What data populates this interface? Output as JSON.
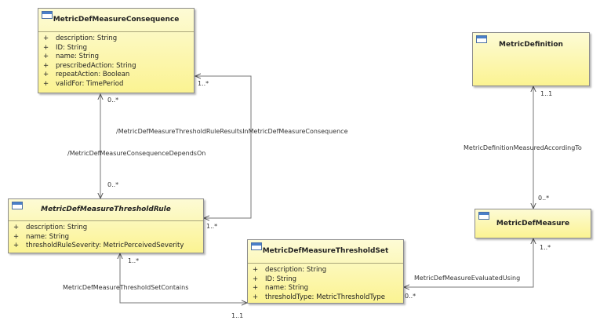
{
  "classes": {
    "consequence": {
      "name": "MetricDefMeasureConsequence",
      "attributes": [
        {
          "vis": "+",
          "text": "description: String"
        },
        {
          "vis": "+",
          "text": "ID: String"
        },
        {
          "vis": "+",
          "text": "name: String"
        },
        {
          "vis": "+",
          "text": "prescribedAction: String"
        },
        {
          "vis": "+",
          "text": "repeatAction: Boolean"
        },
        {
          "vis": "+",
          "text": "validFor: TimePeriod"
        }
      ]
    },
    "threshold_rule": {
      "name": "MetricDefMeasureThresholdRule",
      "attributes": [
        {
          "vis": "+",
          "text": "description: String"
        },
        {
          "vis": "+",
          "text": "name: String"
        },
        {
          "vis": "+",
          "text": "thresholdRuleSeverity: MetricPerceivedSeverity"
        }
      ]
    },
    "threshold_set": {
      "name": "MetricDefMeasureThresholdSet",
      "attributes": [
        {
          "vis": "+",
          "text": "description: String"
        },
        {
          "vis": "+",
          "text": "ID: String"
        },
        {
          "vis": "+",
          "text": "name: String"
        },
        {
          "vis": "+",
          "text": "thresholdType: MetricThresholdType"
        }
      ]
    },
    "metric_definition": {
      "name": "MetricDefinition",
      "attributes": []
    },
    "metric_def_measure": {
      "name": "MetricDefMeasure",
      "attributes": []
    }
  },
  "associations": {
    "depends_on": {
      "label": "/MetricDefMeasureConsequenceDependsOn",
      "mult_top": "0..*",
      "mult_bottom": "0..*"
    },
    "results_in": {
      "label": "/MetricDefMeasureThresholdRuleResultsInMetricDefMeasureConsequence",
      "mult_top": "1..*",
      "mult_bottom": "1..*"
    },
    "contains": {
      "label": "MetricDefMeasureThresholdSetContains",
      "mult_rule": "1..*",
      "mult_set": "1..1"
    },
    "measured_according_to": {
      "label": "MetricDefinitionMeasuredAccordingTo",
      "mult_def": "1..1",
      "mult_measure": "0..*"
    },
    "evaluated_using": {
      "label": "MetricDefMeasureEvaluatedUsing",
      "mult_measure": "1..*",
      "mult_set": "0..*"
    }
  }
}
